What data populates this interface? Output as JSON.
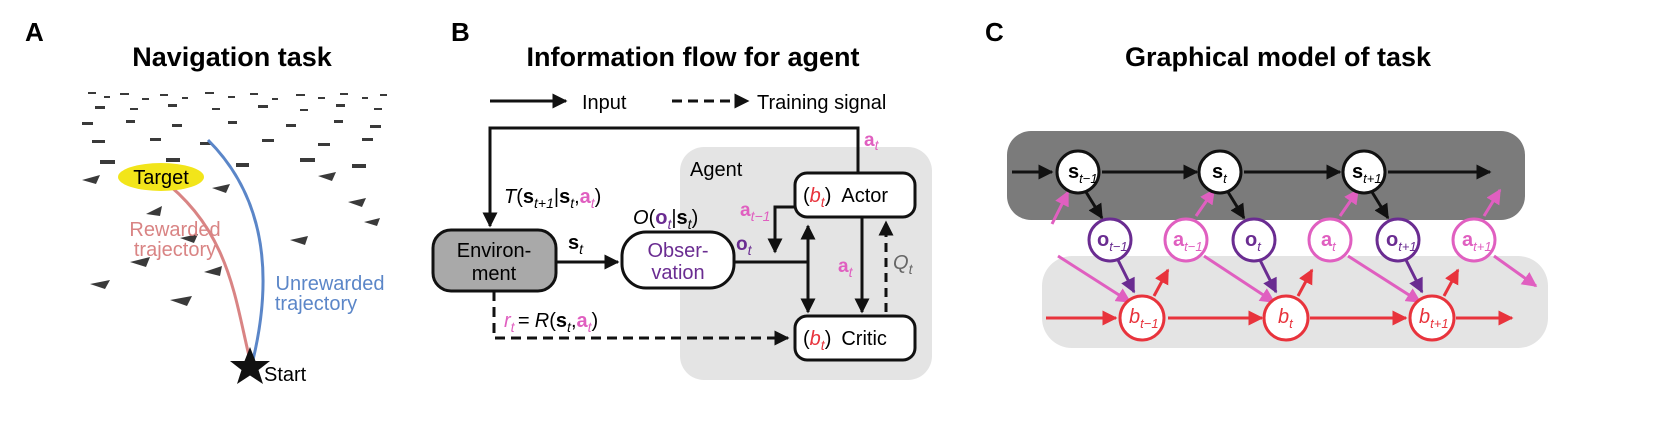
{
  "colors": {
    "black": "#111111",
    "pink": "#e05fc0",
    "magenta": "#d63fb0",
    "purple": "#6a2c91",
    "red": "#e8333c",
    "rewarded": "#d98484",
    "unrewarded": "#5b86c8",
    "target": "#f2e51a",
    "agent_bg": "#e4e4e4",
    "env_fill": "#a9a9a9",
    "dark_band": "#7b7b7b",
    "light_band": "#e4e4e4"
  },
  "panel_a": {
    "letter": "A",
    "title": "Navigation task",
    "target_label": "Target",
    "rewarded_line1": "Rewarded",
    "rewarded_line2": "trajectory",
    "unrewarded_line1": "Unrewarded",
    "unrewarded_line2": "trajectory",
    "start_label": "Start",
    "star_icon": "star-icon"
  },
  "panel_b": {
    "letter": "B",
    "title": "Information flow for agent",
    "legend_input": "Input",
    "legend_training": "Training signal",
    "agent_label": "Agent",
    "environment_line1": "Environ-",
    "environment_line2": "ment",
    "observation_line1": "Obser-",
    "observation_line2": "vation",
    "actor_label": "Actor",
    "critic_label": "Critic",
    "b_var": "b",
    "t_sub": "t",
    "s_var": "s",
    "o_var": "o",
    "a_var": "a",
    "Q_var": "Q",
    "r_var": "r",
    "t_minus_1": "t−1",
    "t_plus_1": "t+1",
    "T_fn": "T",
    "O_fn": "O",
    "R_fn": "= R",
    "open_paren": "(",
    "close_paren": ")",
    "bar": "|",
    "comma": ","
  },
  "panel_c": {
    "letter": "C",
    "title": "Graphical model of task",
    "nodes": {
      "s_prev": {
        "var": "s",
        "sub": "t−1"
      },
      "s_cur": {
        "var": "s",
        "sub": "t"
      },
      "s_next": {
        "var": "s",
        "sub": "t+1"
      },
      "o_prev": {
        "var": "o",
        "sub": "t−1"
      },
      "o_cur": {
        "var": "o",
        "sub": "t"
      },
      "o_next": {
        "var": "o",
        "sub": "t+1"
      },
      "a_prev": {
        "var": "a",
        "sub": "t−1"
      },
      "a_cur": {
        "var": "a",
        "sub": "t"
      },
      "a_next": {
        "var": "a",
        "sub": "t+1"
      },
      "b_prev": {
        "var": "b",
        "sub": "t−1"
      },
      "b_cur": {
        "var": "b",
        "sub": "t"
      },
      "b_next": {
        "var": "b",
        "sub": "t+1"
      }
    }
  }
}
